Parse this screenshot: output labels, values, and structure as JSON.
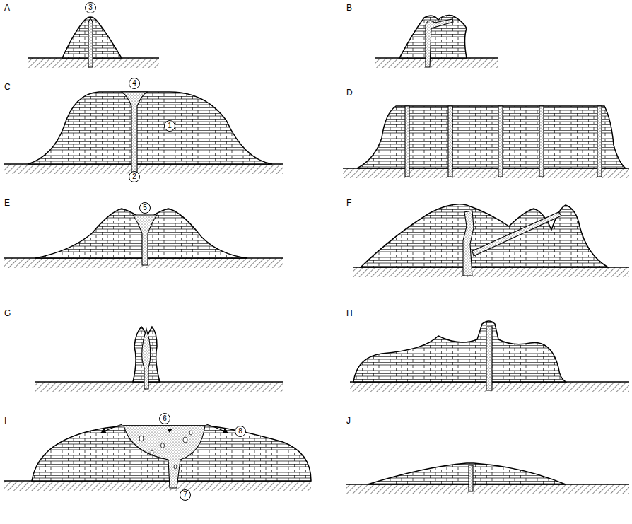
{
  "diagram": {
    "labels": [
      "A",
      "3",
      "B",
      "C",
      "4",
      "1",
      "2",
      "D",
      "E",
      "5",
      "F",
      "G",
      "H",
      "I",
      "6",
      "8",
      "7",
      "J"
    ]
  }
}
